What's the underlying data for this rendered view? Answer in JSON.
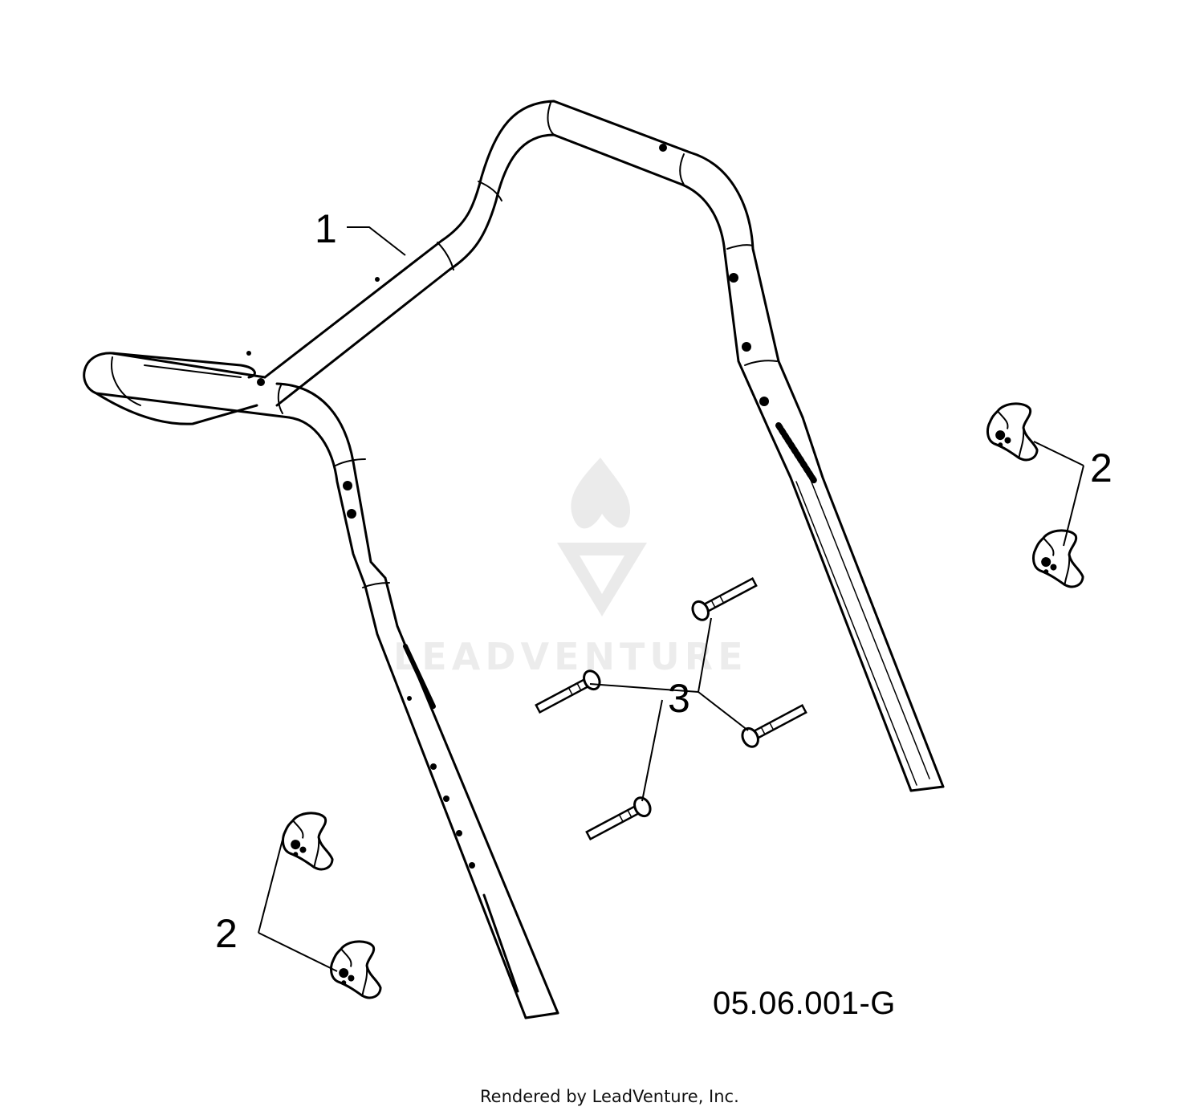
{
  "diagram": {
    "drawing_id": "05.06.001-G",
    "callouts": {
      "handle": "1",
      "knobs_right": "2",
      "knobs_left": "2",
      "bolts": "3"
    }
  },
  "watermark": {
    "logo_text": "LEADVENTURE"
  },
  "footer": {
    "rendered_by": "Rendered by LeadVenture, Inc."
  }
}
